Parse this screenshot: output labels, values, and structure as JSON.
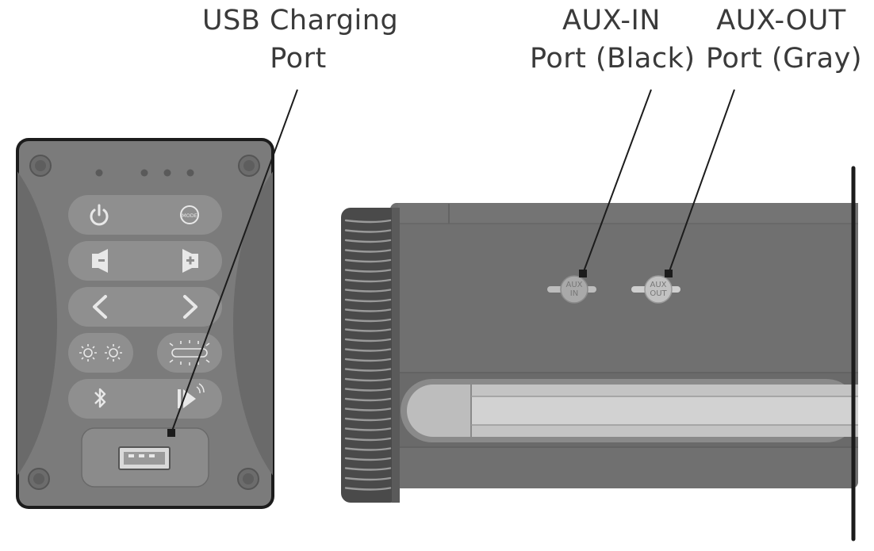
{
  "callouts": {
    "usb": {
      "line1": "USB Charging",
      "line2": "Port"
    },
    "aux_in": {
      "line1": "AUX-IN",
      "line2": "Port (Black)"
    },
    "aux_out": {
      "line1": "AUX-OUT",
      "line2": "Port (Gray)"
    }
  },
  "ports": {
    "aux_in": {
      "line1": "AUX",
      "line2": "IN"
    },
    "aux_out": {
      "line1": "AUX",
      "line2": "OUT"
    }
  },
  "buttons": {
    "mode_label": "MODE"
  },
  "colors": {
    "body": "#6f6f6f",
    "panel": "#7a7a7a",
    "button": "#8e8e8e",
    "outline": "#1c1c1c",
    "text": "#3a3a3a"
  }
}
